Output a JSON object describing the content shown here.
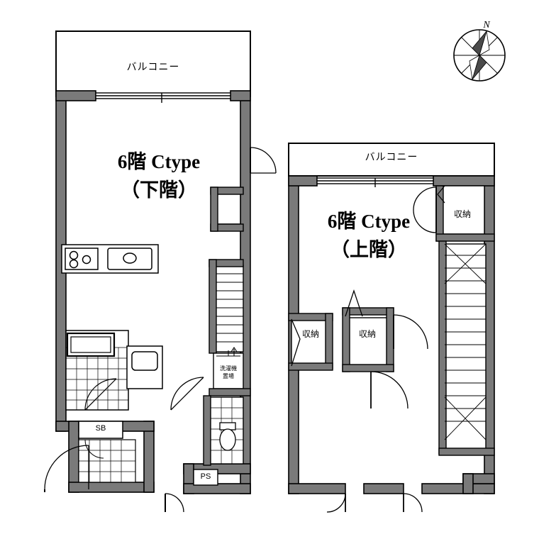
{
  "plan": {
    "title_lower": "6階 Ctype",
    "subtitle_lower": "（下階）",
    "title_upper": "6階 Ctype",
    "subtitle_upper": "（上階）",
    "balcony_lower": "バルコニー",
    "balcony_upper": "バルコニー",
    "storage_upper_right": "収納",
    "storage_mid_left": "収納",
    "storage_mid_right": "収納",
    "laundry": "洗濯機置場",
    "laundry_lines": [
      "洗濯機",
      "置場"
    ],
    "switchboard": "SB",
    "pipe_shaft": "PS",
    "compass_north": "N"
  },
  "colors": {
    "wall": "#7a7a7a",
    "line": "#000000",
    "background": "#ffffff",
    "compass_dark": "#4a4a4a"
  }
}
